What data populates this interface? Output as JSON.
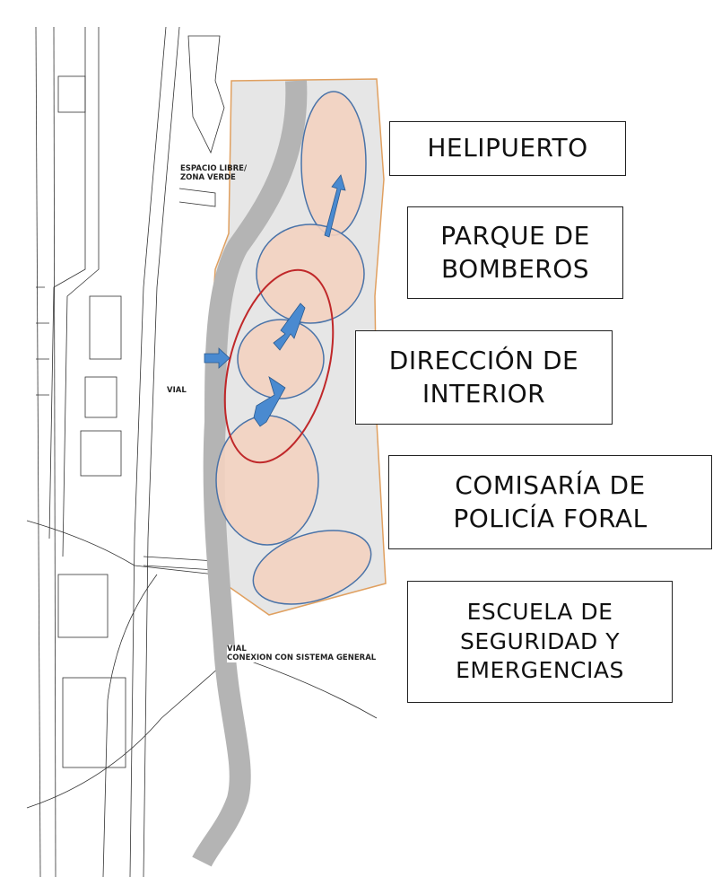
{
  "map_labels": {
    "espacio_libre": "ESPACIO LIBRE/",
    "zona_verde": "ZONA VERDE",
    "vial_1": "VIAL",
    "vial_2": "VIAL",
    "conexion": "CONEXION CON SISTEMA GENERAL"
  },
  "zones": [
    {
      "lines": [
        "HELIPUERTO"
      ]
    },
    {
      "lines": [
        "PARQUE DE",
        "BOMBEROS"
      ]
    },
    {
      "lines": [
        "DIRECCIÓN DE",
        "INTERIOR"
      ]
    },
    {
      "lines": [
        "COMISARÍA DE",
        "POLICÍA FORAL"
      ]
    },
    {
      "lines": [
        "ESCUELA DE",
        "SEGURIDAD Y",
        "EMERGENCIAS"
      ]
    }
  ],
  "colors": {
    "river": "#b4b4b4",
    "zone_fill": "#f3d2c0",
    "zone_outline": "#4a73a8",
    "highlight_outline": "#c0282a",
    "arrow": "#4a8ad0",
    "boundary": "#e0a060"
  }
}
